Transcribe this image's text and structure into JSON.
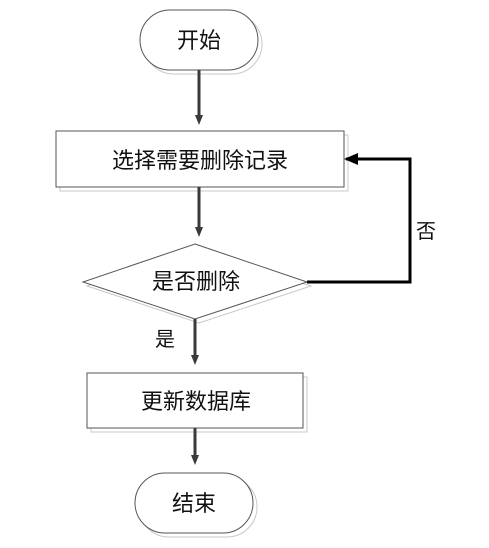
{
  "flowchart": {
    "start_label": "开始",
    "select_label": "选择需要删除记录",
    "decision_label": "是否删除",
    "yes_label": "是",
    "no_label": "否",
    "update_label": "更新数据库",
    "end_label": "结束"
  }
}
